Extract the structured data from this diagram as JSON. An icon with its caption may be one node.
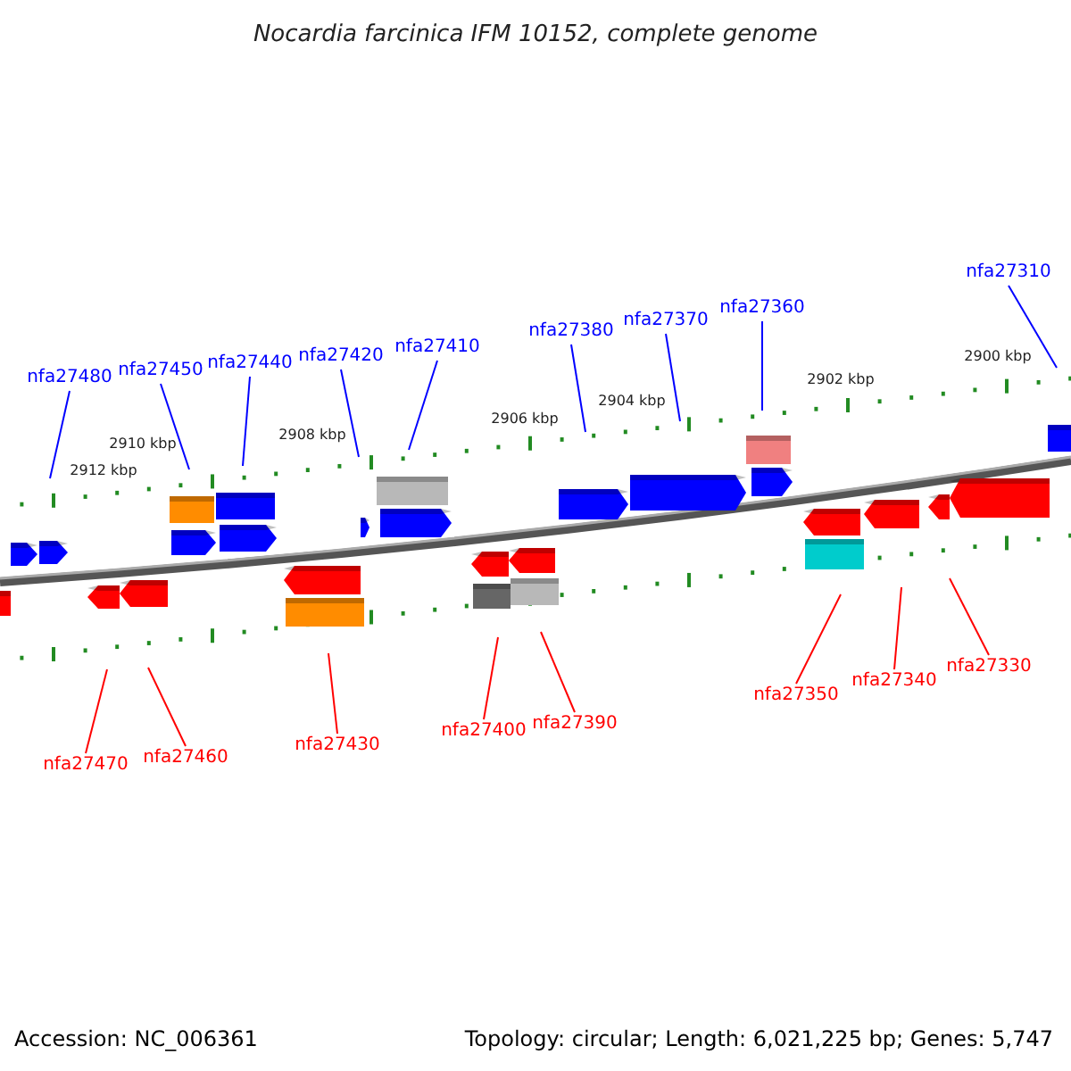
{
  "diagram": {
    "title": "Nocardia farcinica IFM 10152, complete genome",
    "nodes": [
      {
        "text": [
          "nfa27480"
        ]
      },
      {
        "text": [
          "nfa27450"
        ]
      },
      {
        "text": [
          "nfa27440"
        ]
      },
      {
        "text": [
          "nfa27420"
        ]
      },
      {
        "text": [
          "nfa27410"
        ]
      },
      {
        "text": [
          "nfa27380"
        ]
      },
      {
        "text": [
          "nfa27370"
        ]
      },
      {
        "text": [
          "nfa27360"
        ]
      },
      {
        "text": [
          "nfa27310"
        ]
      },
      {
        "text": [
          "nfa27470"
        ]
      },
      {
        "text": [
          "nfa27460"
        ]
      },
      {
        "text": [
          "nfa27430"
        ]
      },
      {
        "text": [
          "nfa27400"
        ]
      },
      {
        "text": [
          "nfa27390"
        ]
      },
      {
        "text": [
          "nfa27350"
        ]
      },
      {
        "text": [
          "nfa27340"
        ]
      },
      {
        "text": [
          "nfa27330"
        ]
      }
    ],
    "edges": [
      {
        "from": 0,
        "to": null,
        "arrow": "none"
      },
      {
        "from": 1,
        "to": null,
        "arrow": "none"
      },
      {
        "from": 2,
        "to": null,
        "arrow": "none"
      },
      {
        "from": 3,
        "to": null,
        "arrow": "none"
      },
      {
        "from": 4,
        "to": null,
        "arrow": "none"
      },
      {
        "from": 5,
        "to": null,
        "arrow": "none"
      },
      {
        "from": 6,
        "to": null,
        "arrow": "none"
      },
      {
        "from": 7,
        "to": null,
        "arrow": "none"
      },
      {
        "from": 8,
        "to": null,
        "arrow": "none"
      },
      {
        "from": 9,
        "to": null,
        "arrow": "none",
        "color": "#ff0000"
      },
      {
        "from": 10,
        "to": null,
        "arrow": "none",
        "color": "#ff0000"
      },
      {
        "from": 11,
        "to": null,
        "arrow": "none",
        "color": "#ff0000"
      },
      {
        "from": 12,
        "to": null,
        "arrow": "none",
        "color": "#ff0000"
      },
      {
        "from": 13,
        "to": null,
        "arrow": "none",
        "color": "#ff0000"
      },
      {
        "from": 14,
        "to": null,
        "arrow": "none",
        "color": "#ff0000"
      },
      {
        "from": 15,
        "to": null,
        "arrow": "none",
        "color": "#ff0000"
      },
      {
        "from": 16,
        "to": null,
        "arrow": "none",
        "color": "#ff0000"
      }
    ],
    "labels": [
      "2912 kbp",
      "2910 kbp",
      "2908 kbp",
      "2906 kbp",
      "2904 kbp",
      "2902 kbp",
      "2900 kbp",
      "Accession: NC_006361",
      "Topology: circular; Length: 6,021,225 bp; Genes: 5,747"
    ]
  }
}
